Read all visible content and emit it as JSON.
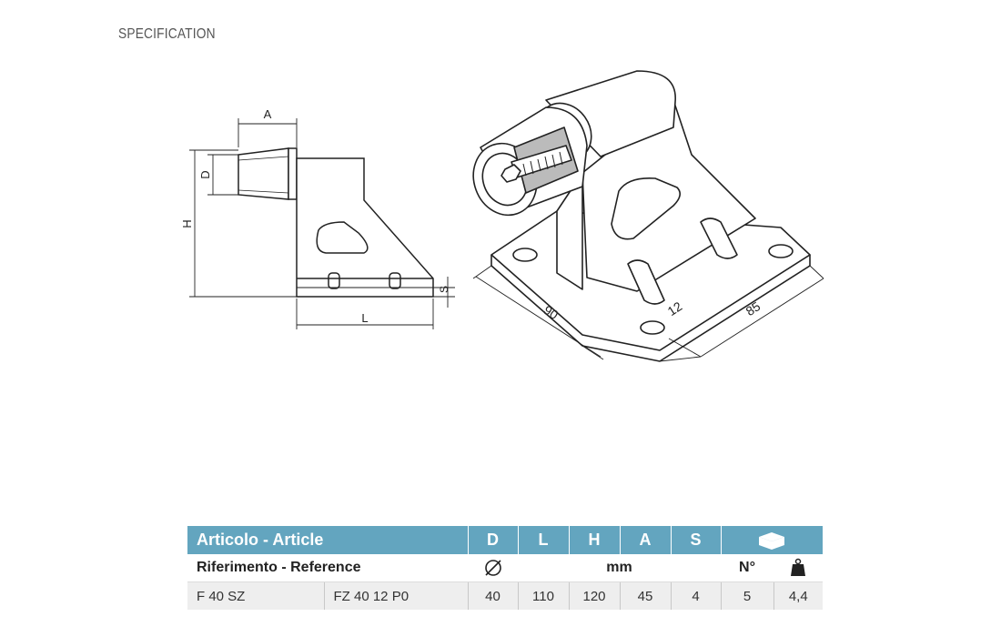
{
  "header": {
    "title": "SPECIFICATION"
  },
  "drawing": {
    "dim_labels": {
      "a": "A",
      "d": "D",
      "h": "H",
      "l": "L",
      "s": "S",
      "width_90": "90",
      "thickness_12": "12",
      "length_85": "85"
    }
  },
  "table": {
    "header": {
      "article": "Articolo - Article",
      "cols": [
        "D",
        "L",
        "H",
        "A",
        "S"
      ]
    },
    "subheader": {
      "reference": "Riferimento - Reference",
      "mm": "mm",
      "count": "N°"
    },
    "icons": {
      "header_right": "package-box-icon",
      "diameter": "diameter-icon",
      "weight": "weight-kg-icon"
    },
    "rows": [
      {
        "article": "F 40 SZ",
        "reference": "FZ 40 12 P0",
        "d": "40",
        "l": "110",
        "h": "120",
        "a": "45",
        "s": "4",
        "n": "5",
        "weight": "4,4"
      }
    ]
  }
}
